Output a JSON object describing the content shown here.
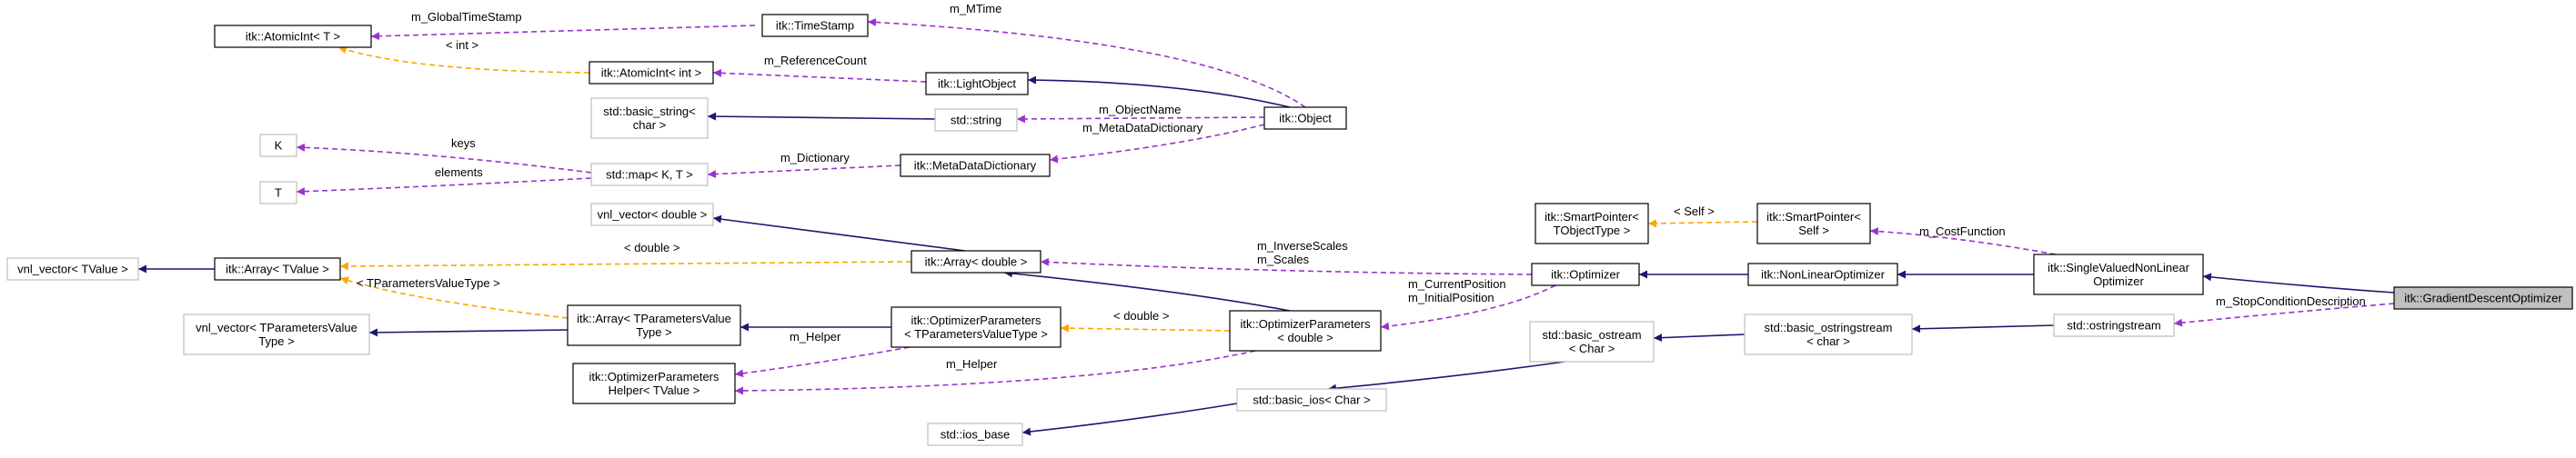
{
  "colors": {
    "inheritance": "#191970",
    "usage": "#9a32cd",
    "template": "#ffa500",
    "strong_border": "#000000",
    "weak_border": "#bfbfbf",
    "focus_fill": "#bfbfbf"
  },
  "nodes": [
    {
      "id": "atomicint_t",
      "lines": [
        "itk::AtomicInt< T >"
      ],
      "style": "strong"
    },
    {
      "id": "timestamp",
      "lines": [
        "itk::TimeStamp"
      ],
      "style": "strong"
    },
    {
      "id": "atomicint_int",
      "lines": [
        "itk::AtomicInt< int >"
      ],
      "style": "strong"
    },
    {
      "id": "lightobject",
      "lines": [
        "itk::LightObject"
      ],
      "style": "strong"
    },
    {
      "id": "basic_string",
      "lines": [
        "std::basic_string<",
        "char >"
      ],
      "style": "weak"
    },
    {
      "id": "string",
      "lines": [
        "std::string"
      ],
      "style": "weak"
    },
    {
      "id": "object",
      "lines": [
        "itk::Object"
      ],
      "style": "strong"
    },
    {
      "id": "k",
      "lines": [
        "K"
      ],
      "style": "weak"
    },
    {
      "id": "map",
      "lines": [
        "std::map< K, T >"
      ],
      "style": "weak"
    },
    {
      "id": "metadatadict",
      "lines": [
        "itk::MetaDataDictionary"
      ],
      "style": "strong"
    },
    {
      "id": "t",
      "lines": [
        "T"
      ],
      "style": "weak"
    },
    {
      "id": "vnl_double",
      "lines": [
        "vnl_vector< double >"
      ],
      "style": "weak"
    },
    {
      "id": "vnl_tvalue",
      "lines": [
        "vnl_vector< TValue >"
      ],
      "style": "weak"
    },
    {
      "id": "array_tvalue",
      "lines": [
        "itk::Array< TValue >"
      ],
      "style": "strong"
    },
    {
      "id": "array_double",
      "lines": [
        "itk::Array< double >"
      ],
      "style": "strong"
    },
    {
      "id": "vnl_tparams",
      "lines": [
        "vnl_vector< TParametersValue",
        "Type >"
      ],
      "style": "weak"
    },
    {
      "id": "array_tparams",
      "lines": [
        "itk::Array< TParametersValue",
        "Type >"
      ],
      "style": "strong"
    },
    {
      "id": "optparams_t",
      "lines": [
        "itk::OptimizerParameters",
        "< TParametersValueType >"
      ],
      "style": "strong"
    },
    {
      "id": "optparams_double",
      "lines": [
        "itk::OptimizerParameters",
        "< double >"
      ],
      "style": "strong"
    },
    {
      "id": "optparamshelper",
      "lines": [
        "itk::OptimizerParameters",
        "Helper< TValue >"
      ],
      "style": "strong"
    },
    {
      "id": "smartptr_t",
      "lines": [
        "itk::SmartPointer<",
        "TObjectType >"
      ],
      "style": "strong"
    },
    {
      "id": "smartptr_self",
      "lines": [
        "itk::SmartPointer<",
        "Self >"
      ],
      "style": "strong"
    },
    {
      "id": "optimizer",
      "lines": [
        "itk::Optimizer"
      ],
      "style": "strong"
    },
    {
      "id": "nonlinear",
      "lines": [
        "itk::NonLinearOptimizer"
      ],
      "style": "strong"
    },
    {
      "id": "singlevalued",
      "lines": [
        "itk::SingleValuedNonLinear",
        "Optimizer"
      ],
      "style": "strong"
    },
    {
      "id": "gradient",
      "lines": [
        "itk::GradientDescentOptimizer"
      ],
      "style": "focus"
    },
    {
      "id": "basic_ostream",
      "lines": [
        "std::basic_ostream",
        "< Char >"
      ],
      "style": "weak"
    },
    {
      "id": "basic_ostringstream",
      "lines": [
        "std::basic_ostringstream",
        "< char >"
      ],
      "style": "weak"
    },
    {
      "id": "ostringstream",
      "lines": [
        "std::ostringstream"
      ],
      "style": "weak"
    },
    {
      "id": "basic_ios",
      "lines": [
        "std::basic_ios< Char >"
      ],
      "style": "weak"
    },
    {
      "id": "ios_base",
      "lines": [
        "std::ios_base"
      ],
      "style": "weak"
    }
  ],
  "edges": [
    {
      "id": "e1",
      "kind": "usage",
      "label": [
        "m_GlobalTimeStamp"
      ]
    },
    {
      "id": "e2",
      "kind": "usage",
      "label": [
        "m_MTime"
      ]
    },
    {
      "id": "e3",
      "kind": "template",
      "label": [
        "< int >"
      ]
    },
    {
      "id": "e4",
      "kind": "usage",
      "label": [
        "m_ReferenceCount"
      ]
    },
    {
      "id": "e5",
      "kind": "inheritance",
      "label": []
    },
    {
      "id": "e6",
      "kind": "inheritance",
      "label": []
    },
    {
      "id": "e7",
      "kind": "usage",
      "label": [
        "m_ObjectName"
      ]
    },
    {
      "id": "e8",
      "kind": "usage",
      "label": [
        "m_MetaDataDictionary"
      ]
    },
    {
      "id": "e9",
      "kind": "usage",
      "label": [
        "keys"
      ]
    },
    {
      "id": "e10",
      "kind": "usage",
      "label": [
        "elements"
      ]
    },
    {
      "id": "e11",
      "kind": "usage",
      "label": [
        "m_Dictionary"
      ]
    },
    {
      "id": "e12",
      "kind": "inheritance",
      "label": []
    },
    {
      "id": "e13",
      "kind": "inheritance",
      "label": []
    },
    {
      "id": "e14",
      "kind": "template",
      "label": [
        "< double >"
      ]
    },
    {
      "id": "e15",
      "kind": "template",
      "label": [
        "< TParametersValueType >"
      ]
    },
    {
      "id": "e16",
      "kind": "inheritance",
      "label": []
    },
    {
      "id": "e17",
      "kind": "inheritance",
      "label": []
    },
    {
      "id": "e18",
      "kind": "inheritance",
      "label": []
    },
    {
      "id": "e19",
      "kind": "template",
      "label": [
        "< double >"
      ]
    },
    {
      "id": "e20",
      "kind": "usage",
      "label": [
        "m_Helper"
      ]
    },
    {
      "id": "e21",
      "kind": "usage",
      "label": [
        "m_Helper"
      ]
    },
    {
      "id": "e22",
      "kind": "usage",
      "label": [
        "m_InverseScales",
        "m_Scales"
      ]
    },
    {
      "id": "e23",
      "kind": "usage",
      "label": [
        "m_CurrentPosition",
        "m_InitialPosition"
      ]
    },
    {
      "id": "e24",
      "kind": "template",
      "label": [
        "< Self >"
      ]
    },
    {
      "id": "e25",
      "kind": "usage",
      "label": [
        "m_CostFunction"
      ]
    },
    {
      "id": "e26",
      "kind": "inheritance",
      "label": []
    },
    {
      "id": "e27",
      "kind": "inheritance",
      "label": []
    },
    {
      "id": "e28",
      "kind": "inheritance",
      "label": []
    },
    {
      "id": "e29",
      "kind": "usage",
      "label": [
        "m_StopConditionDescription"
      ]
    },
    {
      "id": "e30",
      "kind": "inheritance",
      "label": []
    },
    {
      "id": "e31",
      "kind": "inheritance",
      "label": []
    },
    {
      "id": "e32",
      "kind": "inheritance",
      "label": []
    }
  ]
}
